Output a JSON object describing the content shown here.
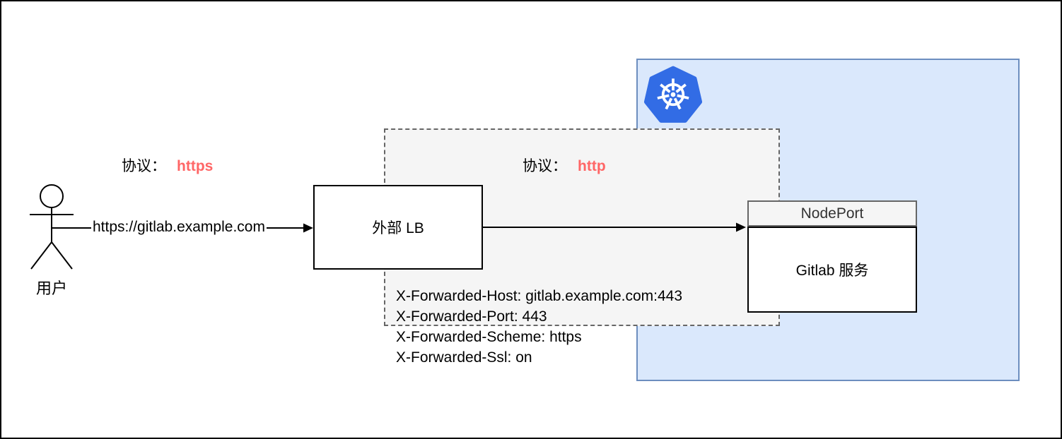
{
  "actor": {
    "label": "用户"
  },
  "edge_user_lb": {
    "protocol_label": "协议：",
    "protocol_value": "https",
    "url": "https://gitlab.example.com"
  },
  "lb_box": {
    "label": "外部 LB"
  },
  "zone": {
    "protocol_label": "协议：",
    "protocol_value": "http"
  },
  "forwarded_headers": [
    "X-Forwarded-Host: gitlab.example.com:443",
    "X-Forwarded-Port: 443",
    "X-Forwarded-Scheme: https",
    "X-Forwarded-Ssl: on"
  ],
  "nodeport": {
    "title": "NodePort",
    "body": "Gitlab 服务"
  },
  "icons": {
    "cluster": "kubernetes-icon"
  },
  "colors": {
    "protocol_highlight": "#ff6666",
    "cluster_fill": "#dae8fc",
    "cluster_border": "#6c8ebf",
    "zone_fill": "#f5f5f5",
    "zone_border": "#666666",
    "kubernetes_blue": "#326ce5",
    "nodeport_header_fill": "#f5f5f5",
    "line_color": "#000000"
  }
}
